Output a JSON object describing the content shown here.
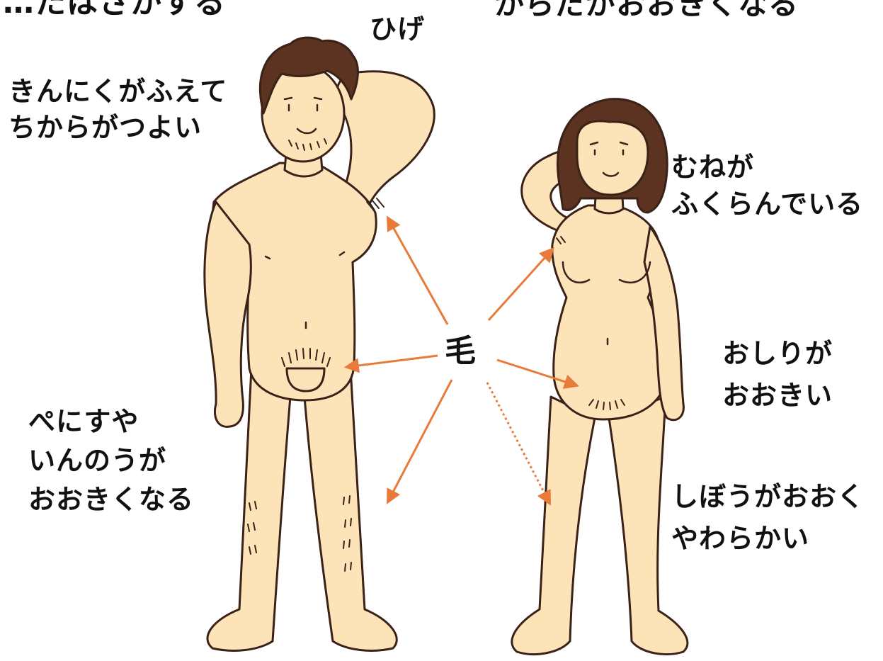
{
  "labels": {
    "top_left": "…たはさかする",
    "top_right": "からだがおおきくなる",
    "beard": "ひげ",
    "muscle": [
      "きんにくがふえて",
      "ちからがつよい"
    ],
    "chest": [
      "むねが",
      "ふくらんでいる"
    ],
    "hips": [
      "おしりが",
      "おおきい"
    ],
    "genitals": [
      "ぺにすや",
      "いんのうが",
      "おおきくなる"
    ],
    "fat": [
      "しぼうがおおく",
      "やわらかい"
    ],
    "hair": "毛"
  },
  "colors": {
    "skin": "#fde3b8",
    "outline": "#3a2218",
    "hair": "#5c3320",
    "arrow": "#e87a3a",
    "text": "#111111"
  }
}
